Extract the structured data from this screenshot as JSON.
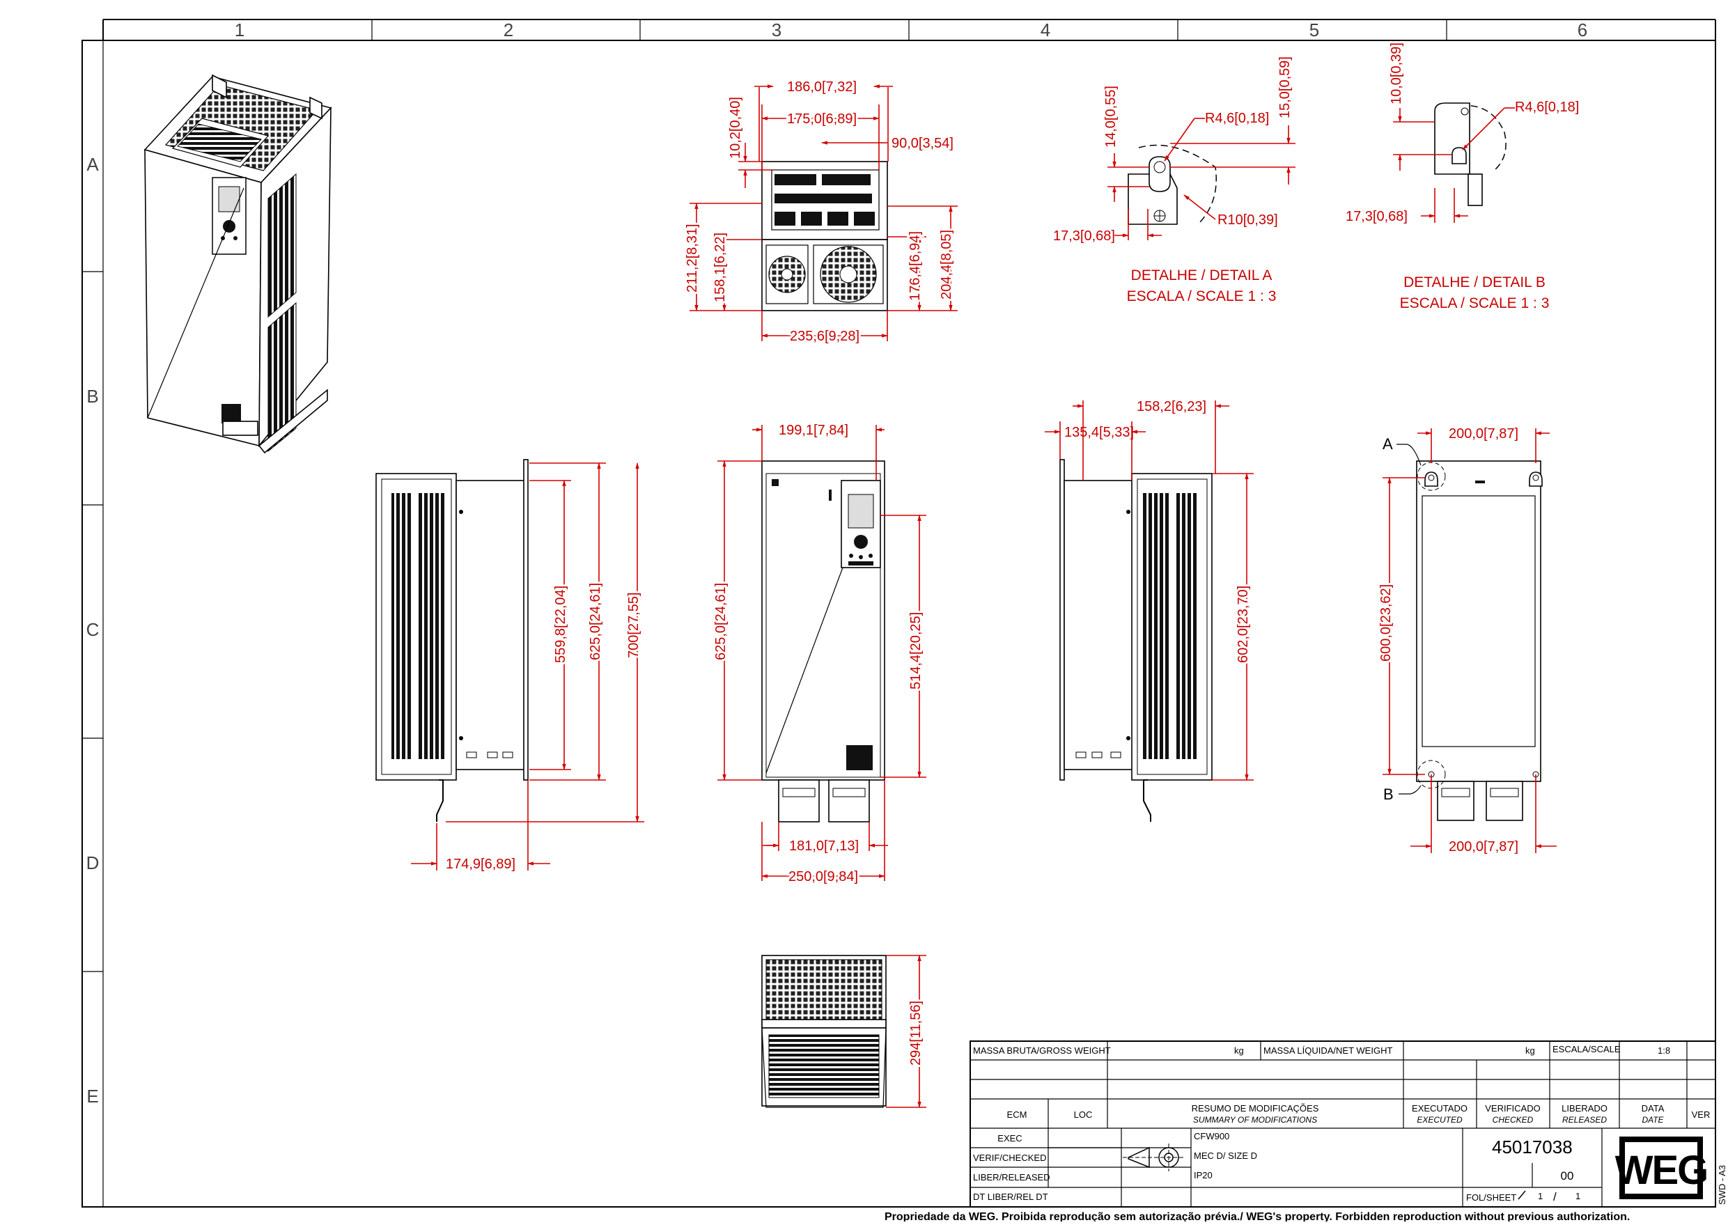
{
  "zones": {
    "columns": [
      "1",
      "2",
      "3",
      "4",
      "5",
      "6"
    ],
    "rows": [
      "A",
      "B",
      "C",
      "D",
      "E"
    ]
  },
  "dims": {
    "top_186": "186,0[7,32]",
    "top_175": "175,0[6,89]",
    "top_90": "90,0[3,54]",
    "top_10_2": "10,2[0,40]",
    "top_211": "211,2[8,31]",
    "top_158": "158,1[6,22]",
    "top_176": "176,4[6,94]",
    "top_204": "204,4[8,05]",
    "top_235": "235,6[9,28]",
    "da_14": "14,0[0,55]",
    "da_r46": "R4,6[0,18]",
    "da_15": "15,0[0,59]",
    "da_r10": "R10[0,39]",
    "da_17": "17,3[0,68]",
    "db_10": "10,0[0,39]",
    "db_r46": "R4,6[0,18]",
    "db_17": "17,3[0,68]",
    "side_559": "559,8[22,04]",
    "side_625": "625,0[24,61]",
    "side_700": "700[27,55]",
    "side_174": "174,9[6,89]",
    "front_199": "199,1[7,84]",
    "front_625": "625,0[24,61]",
    "front_514": "514,4[20,25]",
    "front_181": "181,0[7,13]",
    "front_250": "250,0[9,84]",
    "rside_158": "158,2[6,23]",
    "rside_135": "135,4[5,33]",
    "rside_602": "602,0[23,70]",
    "back_200_top": "200,0[7,87]",
    "back_600": "600,0[23,62]",
    "back_200_bot": "200,0[7,87]",
    "back_label_a": "A",
    "back_label_b": "B",
    "bottom_294": "294[11,56]"
  },
  "details": {
    "a_title": "DETALHE / DETAIL A",
    "a_scale": "ESCALA / SCALE 1 : 3",
    "b_title": "DETALHE / DETAIL B",
    "b_scale": "ESCALA / SCALE 1 : 3"
  },
  "title_block": {
    "gross_weight": "MASSA BRUTA/GROSS WEIGHT",
    "kg1": "kg",
    "net_weight": "MASSA LÍQUIDA/NET WEIGHT",
    "kg2": "kg",
    "scale_label": "ESCALA/SCALE",
    "scale_value": "1:8",
    "ecm": "ECM",
    "loc": "LOC",
    "summary_pt": "RESUMO DE MODIFICAÇÕES",
    "summary_en": "SUMMARY OF MODIFICATIONS",
    "executed_pt": "EXECUTADO",
    "executed_en": "EXECUTED",
    "checked_pt": "VERIFICADO",
    "checked_en": "CHECKED",
    "released_pt": "LIBERADO",
    "released_en": "RELEASED",
    "date_pt": "DATA",
    "date_en": "DATE",
    "ver": "VER",
    "exec": "EXEC",
    "verif": "VERIF/CHECKED",
    "liber": "LIBER/RELEASED",
    "dtliber": "DT LIBER/REL DT",
    "desc1": "CFW900",
    "desc2": "MEC D/ SIZE D",
    "desc3": "IP20",
    "drawing_no": "45017038",
    "revision": "00",
    "sheet_label": "FOL/SHEET",
    "sheet_no": "1",
    "sheet_sep": "/",
    "sheet_total": "1",
    "logo": "WEG",
    "format": "SWD - A3"
  },
  "footer": "Propriedade da WEG. Proibida reprodução sem autorização prévia./ WEG's property. Forbidden reproduction without previous authorization."
}
